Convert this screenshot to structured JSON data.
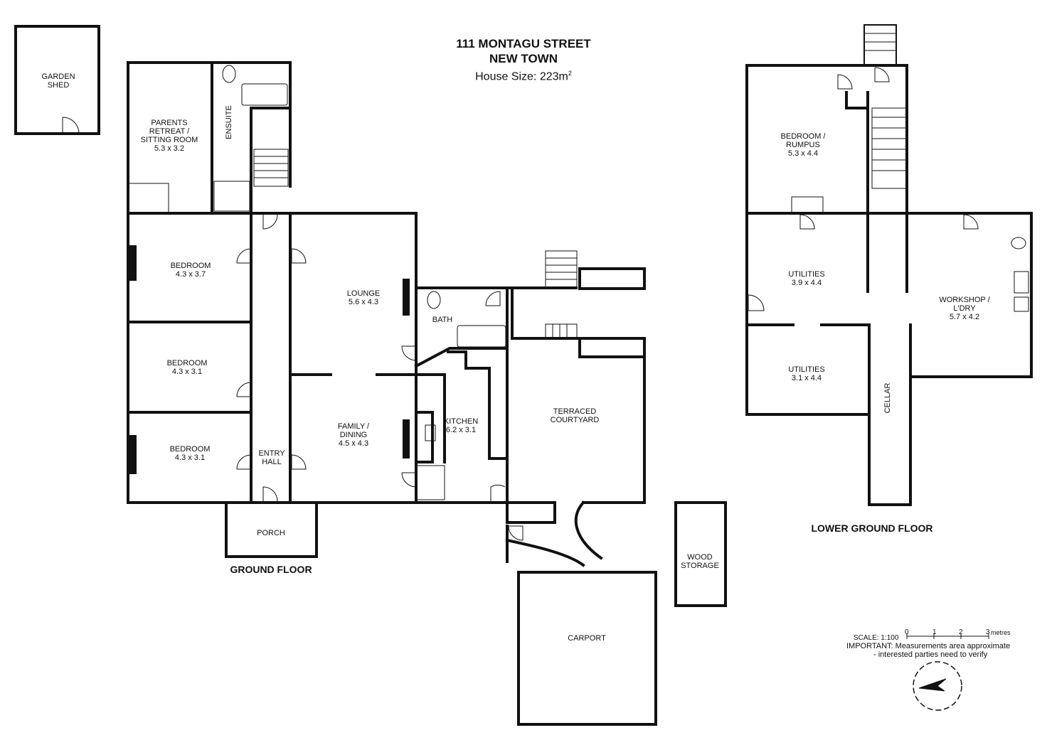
{
  "header": {
    "title_line1": "111 MONTAGU STREET",
    "title_line2": "NEW TOWN",
    "house_size_label": "House Size: 223m",
    "house_size_sup": "2"
  },
  "floors": {
    "ground": "GROUND FLOOR",
    "lower": "LOWER GROUND FLOOR"
  },
  "rooms": {
    "garden_shed": "GARDEN\nSHED",
    "parents_retreat": "PARENTS\nRETREAT /\nSITTING ROOM\n5.3 x 3.2",
    "ensuite": "ENSUITE",
    "bedroom1": "BEDROOM\n4.3 x 3.7",
    "bedroom2": "BEDROOM\n4.3 x 3.1",
    "bedroom3": "BEDROOM\n4.3 x 3.1",
    "entry_hall": "ENTRY\nHALL",
    "porch": "PORCH",
    "lounge": "LOUNGE\n5.6 x 4.3",
    "bath": "BATH",
    "family_dining": "FAMILY /\nDINING\n4.5 x 4.3",
    "kitchen": "KITCHEN\n6.2 x 3.1",
    "terraced_courtyard": "TERRACED\nCOURTYARD",
    "wood_storage": "WOOD\nSTORAGE",
    "carport": "CARPORT",
    "bedroom_rumpus": "BEDROOM /\nRUMPUS\n5.3 x 4.4",
    "utilities1": "UTILITIES\n3.9 x 4.4",
    "utilities2": "UTILITIES\n3.1 x 4.4",
    "workshop": "WORKSHOP /\nL'DRY\n5.7 x 4.2",
    "cellar": "CELLAR"
  },
  "scale": {
    "label": "SCALE: 1:100",
    "ticks": [
      "0",
      "1",
      "2",
      "3"
    ],
    "unit": "metres",
    "note_line1": "IMPORTANT: Measurements area approximate",
    "note_line2": "- interested parties need to verify"
  },
  "icons": {
    "compass": "compass-icon",
    "door": "door-swing-icon",
    "stairs": "stairs-icon"
  },
  "colors": {
    "wall": "#111111",
    "background": "#ffffff"
  }
}
